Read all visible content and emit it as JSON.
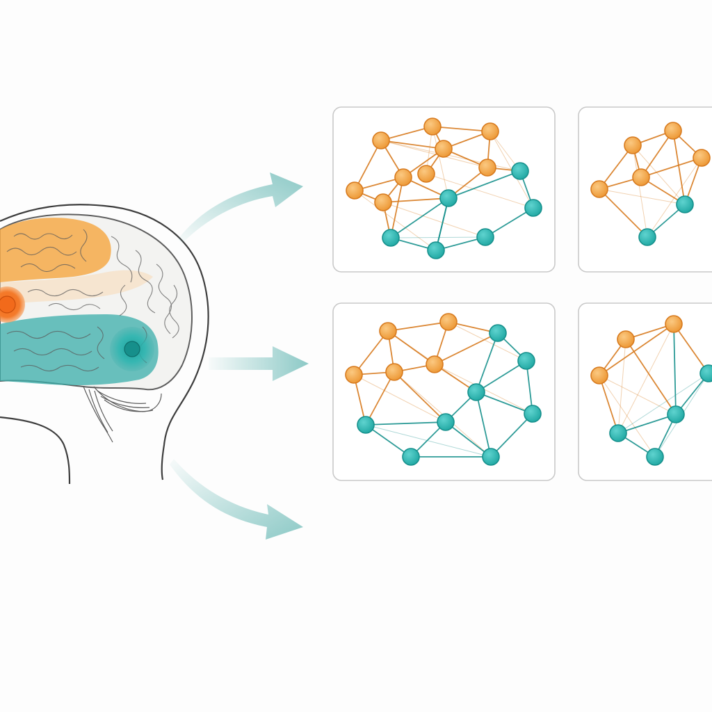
{
  "colors": {
    "orange": "#f0a342",
    "orange_stroke": "#d77a1e",
    "teal": "#2bb5b0",
    "teal_stroke": "#16908c",
    "arrow": "#8cc9c6",
    "outline": "#4a4a4a",
    "frontal_region": "#f4a949",
    "focal_spot": "#f26a1b",
    "temporal_region": "#3aaeaa"
  },
  "icons": [
    "brain-head-illustration",
    "arrow-icon",
    "network-graph"
  ],
  "panels": [
    {
      "orange": [
        [
          548,
          202
        ],
        [
          622,
          182
        ],
        [
          705,
          189
        ],
        [
          638,
          214
        ],
        [
          580,
          255
        ],
        [
          510,
          274
        ],
        [
          551,
          291
        ],
        [
          701,
          241
        ],
        [
          613,
          250
        ]
      ],
      "teal": [
        [
          748,
          246
        ],
        [
          767,
          299
        ],
        [
          645,
          285
        ],
        [
          562,
          342
        ],
        [
          627,
          360
        ],
        [
          698,
          341
        ]
      ],
      "edges": [
        [
          0,
          1
        ],
        [
          1,
          2
        ],
        [
          0,
          3
        ],
        [
          1,
          3
        ],
        [
          3,
          2
        ],
        [
          0,
          4
        ],
        [
          0,
          5
        ],
        [
          5,
          4
        ],
        [
          4,
          3
        ],
        [
          5,
          6
        ],
        [
          4,
          6
        ],
        [
          3,
          7
        ],
        [
          2,
          7
        ],
        [
          7,
          9
        ],
        [
          7,
          11
        ],
        [
          4,
          11
        ],
        [
          6,
          12
        ],
        [
          11,
          12
        ],
        [
          11,
          13
        ],
        [
          12,
          13
        ],
        [
          13,
          14
        ],
        [
          14,
          10
        ],
        [
          10,
          9
        ],
        [
          9,
          11
        ],
        [
          13,
          11
        ],
        [
          4,
          12
        ],
        [
          6,
          11
        ],
        [
          3,
          8
        ]
      ],
      "faint": [
        [
          0,
          9
        ],
        [
          1,
          11
        ],
        [
          2,
          10
        ],
        [
          5,
          13
        ],
        [
          6,
          14
        ],
        [
          8,
          10
        ],
        [
          12,
          14
        ],
        [
          0,
          7
        ],
        [
          1,
          8
        ],
        [
          2,
          9
        ]
      ]
    },
    {
      "orange": [
        [
          910,
          209
        ],
        [
          968,
          188
        ],
        [
          1009,
          227
        ],
        [
          922,
          255
        ],
        [
          862,
          272
        ]
      ],
      "teal": [
        [
          985,
          294
        ],
        [
          931,
          341
        ]
      ],
      "edges": [
        [
          0,
          1
        ],
        [
          1,
          2
        ],
        [
          0,
          3
        ],
        [
          1,
          3
        ],
        [
          0,
          4
        ],
        [
          3,
          4
        ],
        [
          3,
          2
        ],
        [
          2,
          5
        ],
        [
          3,
          5
        ],
        [
          5,
          6
        ],
        [
          4,
          6
        ],
        [
          1,
          5
        ]
      ],
      "faint": [
        [
          0,
          5
        ],
        [
          4,
          5
        ],
        [
          2,
          6
        ],
        [
          0,
          6
        ]
      ]
    },
    {
      "orange": [
        [
          558,
          476
        ],
        [
          645,
          463
        ],
        [
          509,
          539
        ],
        [
          567,
          535
        ],
        [
          625,
          524
        ]
      ],
      "teal": [
        [
          716,
          479
        ],
        [
          757,
          519
        ],
        [
          685,
          564
        ],
        [
          766,
          595
        ],
        [
          641,
          607
        ],
        [
          526,
          611
        ],
        [
          591,
          657
        ],
        [
          706,
          657
        ]
      ],
      "edges": [
        [
          0,
          1
        ],
        [
          0,
          2
        ],
        [
          0,
          3
        ],
        [
          0,
          4
        ],
        [
          1,
          4
        ],
        [
          1,
          5
        ],
        [
          2,
          3
        ],
        [
          3,
          4
        ],
        [
          4,
          5
        ],
        [
          5,
          6
        ],
        [
          5,
          7
        ],
        [
          6,
          7
        ],
        [
          6,
          8
        ],
        [
          7,
          8
        ],
        [
          7,
          9
        ],
        [
          4,
          7
        ],
        [
          9,
          10
        ],
        [
          3,
          10
        ],
        [
          2,
          10
        ],
        [
          9,
          11
        ],
        [
          10,
          11
        ],
        [
          9,
          12
        ],
        [
          11,
          12
        ],
        [
          12,
          8
        ],
        [
          7,
          12
        ],
        [
          3,
          9
        ]
      ],
      "faint": [
        [
          0,
          7
        ],
        [
          1,
          6
        ],
        [
          2,
          9
        ],
        [
          4,
          8
        ],
        [
          10,
          12
        ],
        [
          3,
          12
        ]
      ]
    },
    {
      "orange": [
        [
          900,
          488
        ],
        [
          969,
          466
        ],
        [
          862,
          540
        ]
      ],
      "teal": [
        [
          1019,
          537
        ],
        [
          972,
          596
        ],
        [
          889,
          623
        ],
        [
          942,
          657
        ]
      ],
      "edges": [
        [
          0,
          1
        ],
        [
          0,
          2
        ],
        [
          1,
          2
        ],
        [
          1,
          3
        ],
        [
          0,
          4
        ],
        [
          2,
          5
        ],
        [
          5,
          6
        ],
        [
          4,
          6
        ],
        [
          4,
          5
        ],
        [
          3,
          4
        ],
        [
          4,
          1
        ]
      ],
      "faint": [
        [
          0,
          5
        ],
        [
          1,
          5
        ],
        [
          2,
          6
        ],
        [
          3,
          6
        ],
        [
          2,
          4
        ],
        [
          3,
          5
        ]
      ]
    }
  ]
}
